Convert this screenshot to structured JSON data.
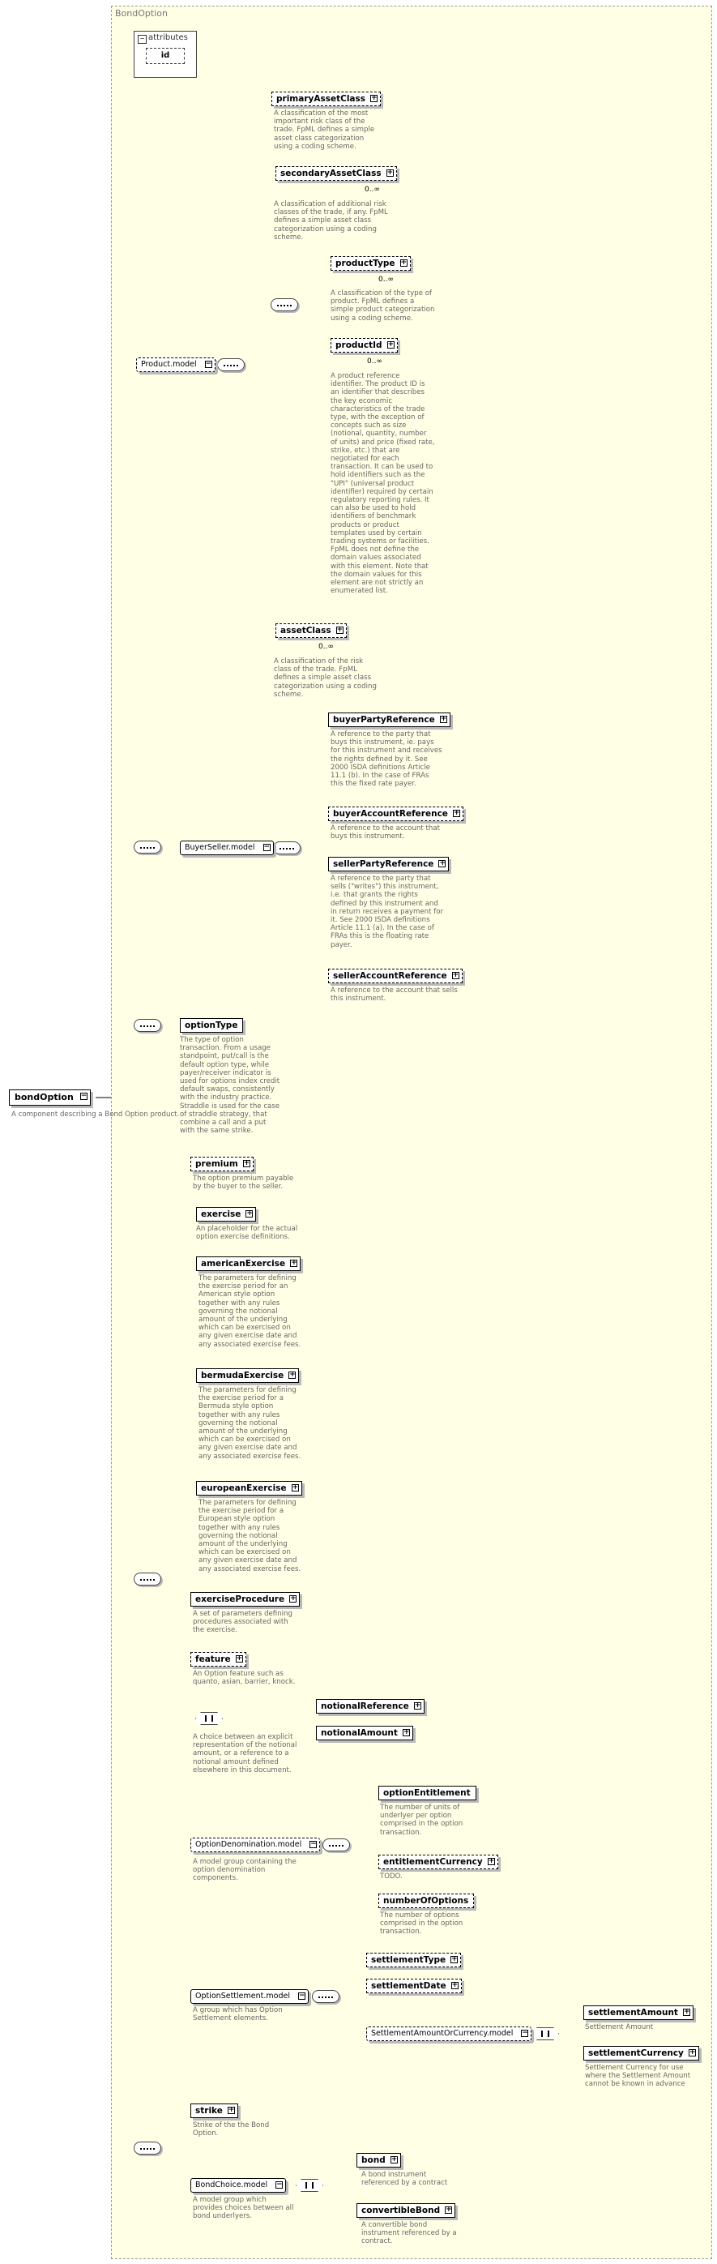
{
  "panel_title": "BondOption",
  "attributes": {
    "label": "attributes",
    "items": [
      "id"
    ]
  },
  "root": {
    "label": "bondOption",
    "description": "A component describing a Bond Option product."
  },
  "groups": {
    "product_model": "Product.model",
    "buyer_seller_model": "BuyerSeller.model",
    "option_denomination_model": "OptionDenomination.model",
    "option_settlement_model": "OptionSettlement.model",
    "settlement_amount_or_currency_model": "SettlementAmountOrCurrency.model",
    "bond_choice_model": "BondChoice.model"
  },
  "elements": [
    {
      "label": "primaryAssetClass",
      "description": "A classification of the most\nimportant risk class of the\ntrade. FpML defines a simple\nasset class categorization\nusing a coding scheme."
    },
    {
      "label": "secondaryAssetClass",
      "cardinality": "0..∞",
      "description": "A classification of additional risk\nclasses of the trade, if any. FpML\ndefines a simple asset class\ncategorization using a coding\nscheme."
    },
    {
      "label": "productType",
      "cardinality": "0..∞",
      "description": "A classification of the type of\nproduct. FpML defines a\nsimple product categorization\nusing a coding scheme."
    },
    {
      "label": "productId",
      "cardinality": "0..∞",
      "description": "A product reference\nidentifier. The product ID is\nan identifier that describes\nthe key economic\ncharacteristics of the trade\ntype, with the exception of\nconcepts such as size\n(notional, quantity, number\nof units) and price (fixed rate,\nstrike, etc.) that are\nnegotiated for each\ntransaction. It can be used to\nhold identifiers such as the\n\"UPI\" (universal product\nidentifier) required by certain\nregulatory reporting rules. It\ncan also be used to hold\nidentifiers of benchmark\nproducts or product\ntemplates used by certain\ntrading systems or facilities.\nFpML does not define the\ndomain values associated\nwith this element. Note that\nthe domain values for this\nelement are not strictly an\nenumerated list."
    },
    {
      "label": "assetClass",
      "cardinality": "0..∞",
      "description": "A classification of the risk\nclass of the trade. FpML\ndefines a simple asset class\ncategorization using a coding\nscheme."
    },
    {
      "label": "buyerPartyReference",
      "description": "A reference to the party that\nbuys this instrument, ie. pays\nfor this instrument and receives\nthe rights defined by it. See\n2000 ISDA definitions Article\n11.1 (b). In the case of FRAs\nthis the fixed rate payer."
    },
    {
      "label": "buyerAccountReference",
      "description": "A reference to the account that\nbuys this instrument."
    },
    {
      "label": "sellerPartyReference",
      "description": "A reference to the party that\nsells (\"writes\") this instrument,\ni.e. that grants the rights\ndefined by this instrument and\nin return receives a payment for\nit. See 2000 ISDA definitions\nArticle 11.1 (a). In the case of\nFRAs this is the floating rate\npayer."
    },
    {
      "label": "sellerAccountReference",
      "description": "A reference to the account that sells\nthis instrument."
    },
    {
      "label": "optionType",
      "description": "The type of option\ntransaction. From a usage\nstandpoint, put/call is the\ndefault option type, while\npayer/receiver indicator is\nused for options index credit\ndefault swaps, consistently\nwith the industry practice.\nStraddle is used for the case\nof straddle strategy, that\ncombine a call and a put\nwith the same strike."
    },
    {
      "label": "premium",
      "description": "The option premium payable\nby the buyer to the seller."
    },
    {
      "label": "exercise",
      "description": "An placeholder for the actual\noption exercise definitions."
    },
    {
      "label": "americanExercise",
      "description": "The parameters for defining\nthe exercise period for an\nAmerican style option\ntogether with any rules\ngoverning the notional\namount of the underlying\nwhich can be exercised on\nany given exercise date and\nany associated exercise fees."
    },
    {
      "label": "bermudaExercise",
      "description": "The parameters for defining\nthe exercise period for a\nBermuda style option\ntogether with any rules\ngoverning the notional\namount of the underlying\nwhich can be exercised on\nany given exercise date and\nany associated exercise fees."
    },
    {
      "label": "europeanExercise",
      "description": "The parameters for defining\nthe exercise period for a\nEuropean style option\ntogether with any rules\ngoverning the notional\namount of the underlying\nwhich can be exercised on\nany given exercise date and\nany associated exercise fees."
    },
    {
      "label": "exerciseProcedure",
      "description": "A set of parameters defining\nprocedures associated with\nthe exercise."
    },
    {
      "label": "feature",
      "description": "An Option feature such as\nquanto, asian, barrier, knock."
    },
    {
      "label": "notionalReference",
      "description": ""
    },
    {
      "label": "notionalAmount",
      "description": ""
    },
    {
      "label": "optionEntitlement",
      "description": "The number of units of\nunderlyer per option\ncomprised in the option\ntransaction."
    },
    {
      "label": "entitlementCurrency",
      "description": "TODO."
    },
    {
      "label": "numberOfOptions",
      "description": "The number of options\ncomprised in the option\ntransaction."
    },
    {
      "label": "settlementType",
      "description": ""
    },
    {
      "label": "settlementDate",
      "description": ""
    },
    {
      "label": "settlementAmount",
      "description": "Settlement Amount"
    },
    {
      "label": "settlementCurrency",
      "description": "Settlement Currency for use\nwhere the Settlement Amount\ncannot be known in advance"
    },
    {
      "label": "strike",
      "description": "Strike of the the Bond\nOption."
    },
    {
      "label": "bond",
      "description": "A bond instrument\nreferenced by a contract"
    },
    {
      "label": "convertibleBond",
      "description": "A convertible bond\ninstrument referenced by a\ncontract."
    }
  ],
  "group_descriptions": {
    "notional_choice": "A choice between an explicit\nrepresentation of the notional\namount, or a reference to a\nnotional amount defined\nelsewhere in this document.",
    "option_denomination": "A model group containing the\noption denomination\ncomponents.",
    "option_settlement": "A group which has Option\nSettlement elements.",
    "bond_choice": "A model group which\nprovides choices between all\nbond underlyers."
  }
}
